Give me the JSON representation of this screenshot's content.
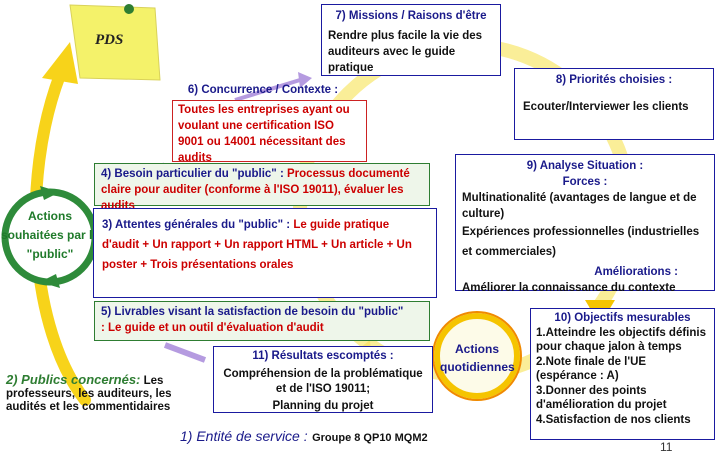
{
  "slide_number": "11",
  "note": {
    "label": "PDS"
  },
  "actions_left": {
    "label": "Actions souhaitées par le \"public\""
  },
  "actions_right": {
    "label": "Actions quotidiennes"
  },
  "box7": {
    "title": "7) Missions / Raisons d'être",
    "body": "Rendre plus facile la vie des auditeurs avec le guide pratique"
  },
  "box8": {
    "title": "8) Priorités choisies :",
    "body": "Ecouter/Interviewer les clients"
  },
  "box9": {
    "title": "9) Analyse Situation :",
    "forces_label": "Forces :",
    "forces_1": "Multinationalité (avantages de langue et de culture)",
    "forces_2": "Expériences professionnelles (industrielles et commerciales)",
    "ameliorations_label": "Améliorations :",
    "ameliorations_1": "Améliorer la connaissance du contexte"
  },
  "box10": {
    "title": "10) Objectifs mesurables",
    "items": [
      "1.Atteindre les objectifs définis pour chaque jalon à temps",
      "2.Note finale de l'UE (espérance : A)",
      "3.Donner des points d'amélioration du projet",
      "4.Satisfaction de nos clients"
    ]
  },
  "box11": {
    "title": "11) Résultats escomptés :",
    "body": "Compréhension de la problématique et de l'ISO 19011;",
    "body2": "Planning du projet"
  },
  "box6": {
    "title": "6) Concurrence / Contexte :",
    "body": "Toutes les entreprises ayant ou voulant une certification ISO 9001 ou 14001 nécessitant des audits"
  },
  "box4": {
    "prefix": "4) Besoin particulier du \"public\" :",
    "body": "Processus documenté claire pour auditer (conforme à l'ISO 19011), évaluer les audits"
  },
  "box3": {
    "prefix": "3) Attentes générales du \"public\" :",
    "body": "Le guide pratique d'audit + Un rapport + Un rapport HTML + Un article + Un poster + Trois présentations orales"
  },
  "box5": {
    "prefix": "5) Livrables visant la satisfaction de besoin du \"public\"",
    "body": ": Le guide et un outil d'évaluation d'audit"
  },
  "box2": {
    "label": "2) Publics concernés:",
    "body": "Les professeurs, les auditeurs, les audités et les commentidaires"
  },
  "box1": {
    "label": "1) Entité de service :",
    "body": "Groupe 8 QP10 MQM2"
  },
  "colors": {
    "yellow": "#f5d600",
    "green_ring": "#2e8b3a",
    "navy": "#1a1a8a",
    "red": "#cc0000",
    "purple": "#b59be0"
  }
}
